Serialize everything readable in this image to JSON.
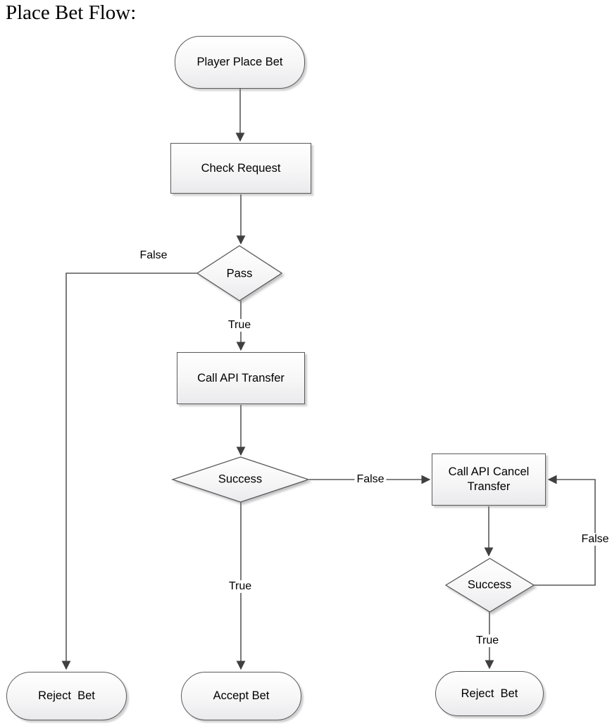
{
  "title": "Place Bet Flow:",
  "diagram": {
    "nodes": {
      "start": {
        "label": "Player Place Bet",
        "type": "terminator"
      },
      "check_request": {
        "label": "Check Request",
        "type": "process"
      },
      "pass": {
        "label": "Pass",
        "type": "decision"
      },
      "call_api_transfer": {
        "label": "Call API Transfer",
        "type": "process"
      },
      "success_transfer": {
        "label": "Success",
        "type": "decision"
      },
      "call_api_cancel_transfer": {
        "label": "Call API Cancel Transfer",
        "type": "process"
      },
      "success_cancel": {
        "label": "Success",
        "type": "decision"
      },
      "reject_bet_left": {
        "label": "Reject  Bet",
        "type": "terminator"
      },
      "accept_bet": {
        "label": "Accept Bet",
        "type": "terminator"
      },
      "reject_bet_right": {
        "label": "Reject  Bet",
        "type": "terminator"
      }
    },
    "edge_labels": {
      "pass_false": "False",
      "pass_true": "True",
      "success_transfer_false": "False",
      "success_transfer_true": "True",
      "success_cancel_false": "False",
      "success_cancel_true": "True"
    },
    "colors": {
      "line": "#58595b",
      "arrowhead": "#404040",
      "node_border": "#58595b",
      "node_fill_top": "#ffffff",
      "node_fill_bottom": "#eaeaec",
      "text": "#000000",
      "background": "#ffffff"
    }
  }
}
